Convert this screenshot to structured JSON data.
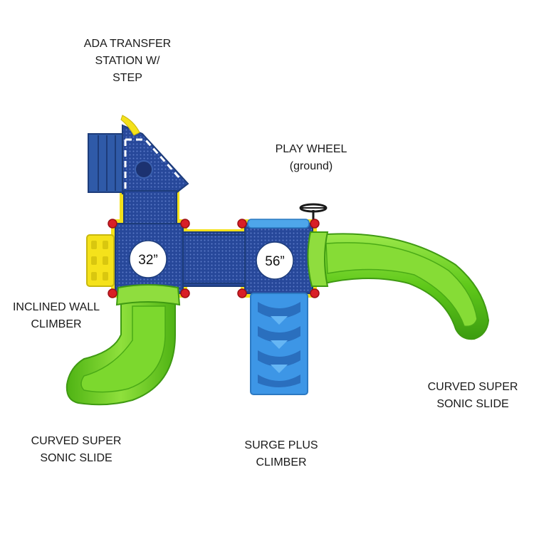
{
  "labels": {
    "ada_transfer": [
      "ADA TRANSFER",
      "STATION W/",
      "STEP"
    ],
    "play_wheel": [
      "PLAY WHEEL",
      "(ground)"
    ],
    "inclined_wall": [
      "INCLINED WALL",
      "CLIMBER"
    ],
    "curved_slide_left": [
      "CURVED SUPER",
      "SONIC SLIDE"
    ],
    "surge_plus": [
      "SURGE PLUS",
      "CLIMBER"
    ],
    "curved_slide_right": [
      "CURVED SUPER",
      "SONIC SLIDE"
    ]
  },
  "deck_heights": {
    "left": "32”",
    "right": "56”"
  },
  "colors": {
    "deck_blue": "#27489a",
    "slide_green": "#6ed21e",
    "climber_blue": "#3d96e6",
    "frame_yellow": "#f4e11a",
    "clamp_red": "#d91f26",
    "wheel_black": "#1a1a1a"
  }
}
